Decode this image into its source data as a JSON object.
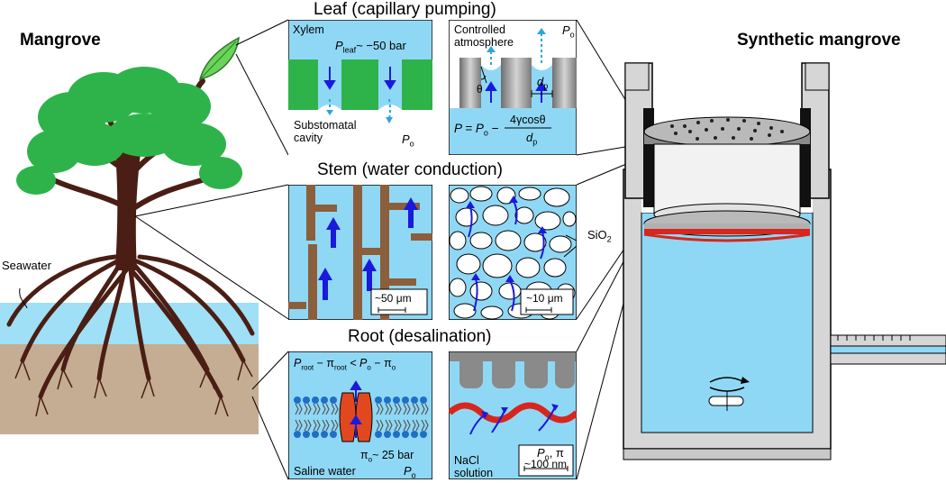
{
  "titles": {
    "left": "Mangrove",
    "right": "Synthetic mangrove"
  },
  "sections": {
    "leaf": "Leaf (capillary pumping)",
    "stem": "Stem (water conduction)",
    "root": "Root (desalination)"
  },
  "labels": {
    "seawater": "Seawater",
    "xylem": "Xylem",
    "p_leaf_main": "P",
    "p_leaf_sub": "leaf",
    "p_leaf_value": "~ −50 bar",
    "substomatal": "Substomatal cavity",
    "po_main": "P",
    "po_sub": "o",
    "controlled_atmosphere": "Controlled atmosphere",
    "theta": "θ",
    "dp_main": "d",
    "dp_sub": "p",
    "eq_lhs": "P = P",
    "eq_lhs_sub": "o",
    "eq_minus": "−",
    "eq_num": "4γcosθ",
    "eq_den": "d",
    "eq_den_sub": "p",
    "scale_stem": "~50 μm",
    "scale_pore": "~10 μm",
    "sio2": "SiO",
    "sio2_sub": "2",
    "root_cond_a": "P",
    "root_cond_a_sub": "root",
    "root_cond_b": " − π",
    "root_cond_b_sub": "root",
    "root_cond_c": " < P",
    "root_cond_c_sub": "o",
    "root_cond_d": " − π",
    "root_cond_d_sub": "o",
    "pi_main": "π",
    "pi_sub": "o",
    "pi_value": "~ 25 bar",
    "saline_water": "Saline water",
    "nacl": "NaCl solution",
    "po_pi_main": "P",
    "po_pi_sub": "o",
    "po_pi_tail": ", π",
    "scale_root": "~100 nm"
  },
  "colors": {
    "water": "#8fd8f5",
    "leaf_green": "#2db34a",
    "trunk": "#4a1e14",
    "soil": "#c4ad93",
    "stem_brown": "#8b5e3c",
    "membrane_red": "#d7261e",
    "device_gray": "#d6d6d6",
    "arrow_blue": "#1a1adc",
    "arrow_dashed": "#2aa6d8"
  }
}
